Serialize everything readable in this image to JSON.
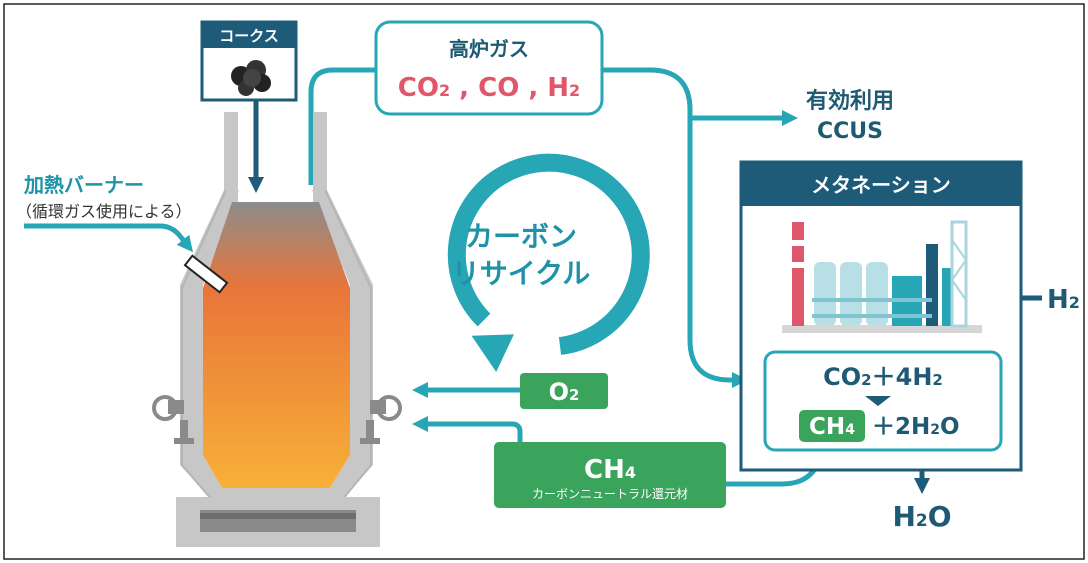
{
  "colors": {
    "teal": "#27a6b6",
    "navy": "#1d5b78",
    "green": "#3aa35c",
    "red": "#e0566a",
    "gray": "#c7c7c7",
    "furnace_top": "#8c8c8c",
    "furnace_mid": "#e8753a",
    "furnace_bottom": "#f8b037"
  },
  "coke": {
    "label": "コークス",
    "icon": "coal-lumps-icon"
  },
  "blast_furnace_gas": {
    "title": "高炉ガス",
    "formula": {
      "co2": "CO",
      "co2_sub": "2",
      "sep1": " , ",
      "co": "CO",
      "sep2": " , ",
      "h2": "H",
      "h2_sub": "2"
    }
  },
  "ccus": {
    "line1": "有効利用",
    "line2": "CCUS"
  },
  "burner": {
    "line1": "加熱バーナー",
    "line2": "（循環ガス使用による）"
  },
  "recycle": {
    "line1": "カーボン",
    "line2": "リサイクル",
    "icon": "circular-arrow-icon"
  },
  "methanation": {
    "title": "メタネーション",
    "icon": "chemical-plant-icon",
    "reaction_top": {
      "a": "CO",
      "a_sub": "2",
      "plus": "＋4",
      "b": "H",
      "b_sub": "2"
    },
    "reaction_bottom": {
      "ch": "CH",
      "ch_sub": "4",
      "rest": "＋2H",
      "rest_sub": "2",
      "rest_end": "O"
    }
  },
  "h2_input": {
    "label": "H",
    "sub": "2"
  },
  "o2": {
    "label": "O",
    "sub": "2"
  },
  "ch4": {
    "label": "CH",
    "sub": "4",
    "caption": "カーボンニュートラル還元材"
  },
  "h2o_output": {
    "label": "H",
    "sub": "2",
    "end": "O"
  }
}
